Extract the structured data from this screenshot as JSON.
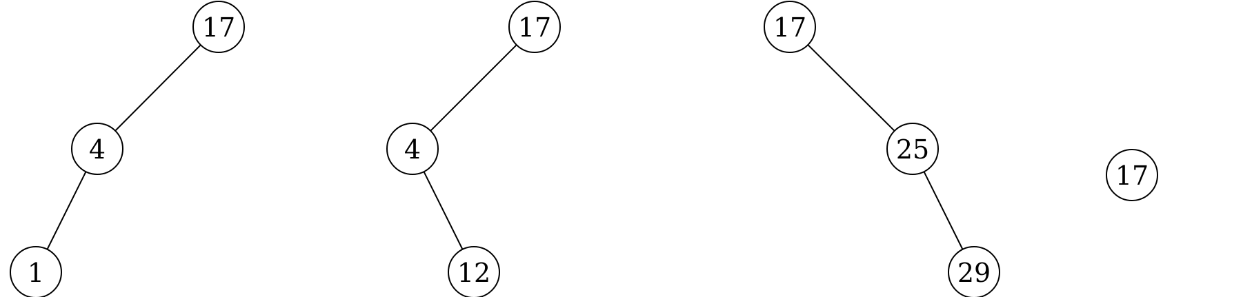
{
  "trees": [
    {
      "nodes": [
        {
          "id": "a-17",
          "label": "17"
        },
        {
          "id": "a-4",
          "label": "4"
        },
        {
          "id": "a-1",
          "label": "1"
        }
      ],
      "edges": [
        [
          "a-17",
          "a-4"
        ],
        [
          "a-4",
          "a-1"
        ]
      ]
    },
    {
      "nodes": [
        {
          "id": "b-17",
          "label": "17"
        },
        {
          "id": "b-4",
          "label": "4"
        },
        {
          "id": "b-12",
          "label": "12"
        }
      ],
      "edges": [
        [
          "b-17",
          "b-4"
        ],
        [
          "b-4",
          "b-12"
        ]
      ]
    },
    {
      "nodes": [
        {
          "id": "c-17",
          "label": "17"
        },
        {
          "id": "c-25",
          "label": "25"
        },
        {
          "id": "c-29",
          "label": "29"
        }
      ],
      "edges": [
        [
          "c-17",
          "c-25"
        ],
        [
          "c-25",
          "c-29"
        ]
      ]
    },
    {
      "nodes": [
        {
          "id": "d-17",
          "label": "17"
        }
      ],
      "edges": []
    }
  ],
  "colors": {
    "stroke": "#000000",
    "fill": "#ffffff",
    "text": "#000000"
  }
}
